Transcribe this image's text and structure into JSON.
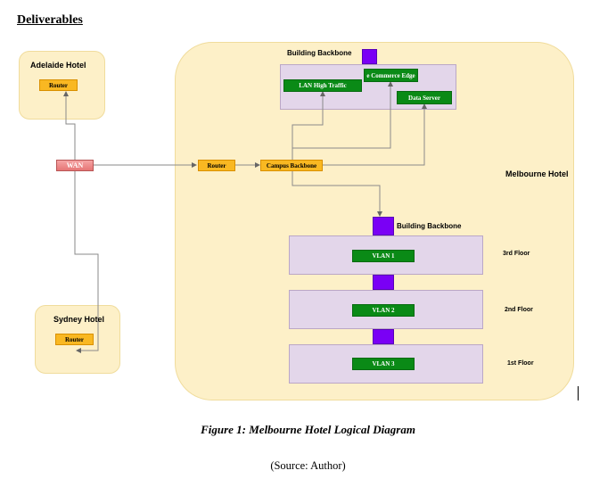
{
  "heading": "Deliverables",
  "regions": {
    "adelaide": "Adelaide Hotel",
    "sydney": "Sydney Hotel",
    "melbourne": "Melbourne Hotel"
  },
  "nodes": {
    "adelaide_router": "Router",
    "sydney_router": "Router",
    "wan": "WAN",
    "melbourne_router": "Router",
    "campus_backbone": "Campus Backbone",
    "building_backbone_top": "Building Backbone",
    "lan_high_traffic": "LAN High Traffic",
    "ecommerce_edge": "e Commerce Edge",
    "data_server": "Data Server",
    "building_backbone_bottom": "Building Backbone",
    "vlan1": "VLAN 1",
    "vlan2": "VLAN 2",
    "vlan3": "VLAN 3"
  },
  "floors": {
    "third": "3rd Floor",
    "second": "2nd Floor",
    "first": "1st Floor"
  },
  "caption": "Figure 1: Melbourne Hotel Logical Diagram",
  "source": "(Source: Author)",
  "colors": {
    "region_fill": "#fdf0c8",
    "router": "#f9b822",
    "wan": "#e67676",
    "vlan_green": "#0a8a16",
    "backbone_purple": "#7a00f5",
    "floor_fill": "#e3d6ea"
  }
}
